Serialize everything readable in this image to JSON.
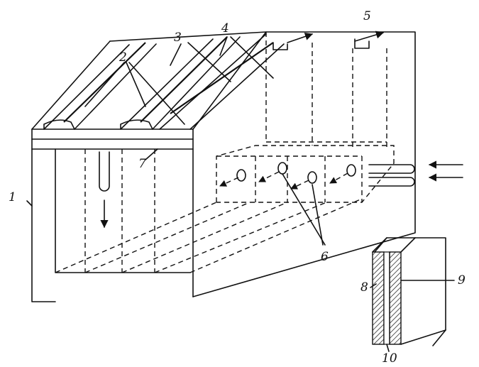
{
  "labels": {
    "l1": "1",
    "l2": "2",
    "l3": "3",
    "l4": "4",
    "l5": "5",
    "l6": "6",
    "l7": "7",
    "l8": "8",
    "l9": "9",
    "l10": "10"
  },
  "icons": {
    "flow_arrows": "double-right-to-left-arrow-icon",
    "drain_arrow": "down-arrow-icon"
  },
  "colors": {
    "ink": "#111111",
    "paper": "#ffffff"
  }
}
